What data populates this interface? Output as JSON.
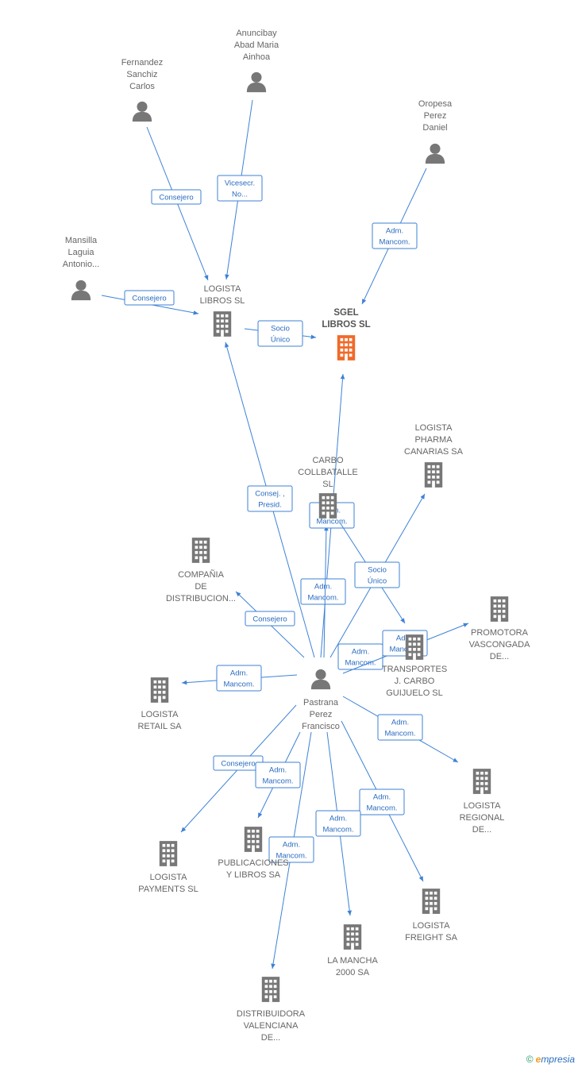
{
  "colors": {
    "edge": "#3d82d6",
    "edge_text": "#2a6cc0",
    "node": "#777777",
    "highlight": "#f06a2a",
    "label": "#666666"
  },
  "nodes": [
    {
      "id": "fernandez",
      "kind": "person",
      "icon": "person-icon",
      "label": [
        "Fernandez",
        "Sanchiz",
        "Carlos"
      ]
    },
    {
      "id": "anuncibay",
      "kind": "person",
      "icon": "person-icon",
      "label": [
        "Anuncibay",
        "Abad Maria",
        "Ainhoa"
      ]
    },
    {
      "id": "oropesa",
      "kind": "person",
      "icon": "person-icon",
      "label": [
        "Oropesa",
        "Perez",
        "Daniel"
      ]
    },
    {
      "id": "mansilla",
      "kind": "person",
      "icon": "person-icon",
      "label": [
        "Mansilla",
        "Laguia",
        "Antonio..."
      ]
    },
    {
      "id": "logista_libros",
      "kind": "company",
      "icon": "building-icon",
      "label": [
        "LOGISTA",
        "LIBROS SL"
      ]
    },
    {
      "id": "sgel",
      "kind": "company",
      "icon": "building-icon",
      "highlight": true,
      "label": [
        "SGEL",
        "LIBROS  SL"
      ]
    },
    {
      "id": "logista_pharma",
      "kind": "company",
      "icon": "building-icon",
      "label": [
        "LOGISTA",
        "PHARMA",
        "CANARIAS SA"
      ]
    },
    {
      "id": "carbo",
      "kind": "company",
      "icon": "building-icon",
      "label": [
        "CARBO",
        "COLLBATALLE",
        "SL"
      ]
    },
    {
      "id": "compania",
      "kind": "company",
      "icon": "building-icon",
      "label": [
        "COMPAÑIA",
        "DE",
        "DISTRIBUCION..."
      ]
    },
    {
      "id": "promotora",
      "kind": "company",
      "icon": "building-icon",
      "label": [
        "PROMOTORA",
        "VASCONGADA",
        "DE..."
      ]
    },
    {
      "id": "transportes",
      "kind": "company",
      "icon": "building-icon",
      "label": [
        "TRANSPORTES",
        "J.  CARBO",
        "GUIJUELO  SL"
      ]
    },
    {
      "id": "pastrana",
      "kind": "person",
      "icon": "person-icon",
      "label": [
        "Pastrana",
        "Perez",
        "Francisco"
      ]
    },
    {
      "id": "logista_retail",
      "kind": "company",
      "icon": "building-icon",
      "label": [
        "LOGISTA",
        "RETAIL SA"
      ]
    },
    {
      "id": "logista_regional",
      "kind": "company",
      "icon": "building-icon",
      "label": [
        "LOGISTA",
        "REGIONAL",
        "DE..."
      ]
    },
    {
      "id": "logista_payments",
      "kind": "company",
      "icon": "building-icon",
      "label": [
        "LOGISTA",
        "PAYMENTS  SL"
      ]
    },
    {
      "id": "publicaciones",
      "kind": "company",
      "icon": "building-icon",
      "label": [
        "PUBLICACIONES",
        "Y LIBROS SA"
      ]
    },
    {
      "id": "logista_freight",
      "kind": "company",
      "icon": "building-icon",
      "label": [
        "LOGISTA",
        "FREIGHT SA"
      ]
    },
    {
      "id": "la_mancha",
      "kind": "company",
      "icon": "building-icon",
      "label": [
        "LA MANCHA",
        "2000 SA"
      ]
    },
    {
      "id": "distribuidora",
      "kind": "company",
      "icon": "building-icon",
      "label": [
        "DISTRIBUIDORA",
        "VALENCIANA",
        "DE..."
      ]
    }
  ],
  "edges": [
    {
      "from": "fernandez",
      "to": "logista_libros",
      "label": [
        "Consejero"
      ]
    },
    {
      "from": "anuncibay",
      "to": "logista_libros",
      "label": [
        "Vicesecr.",
        "No..."
      ]
    },
    {
      "from": "mansilla",
      "to": "logista_libros",
      "label": [
        "Consejero"
      ]
    },
    {
      "from": "oropesa",
      "to": "sgel",
      "label": [
        "Adm.",
        "Mancom."
      ]
    },
    {
      "from": "logista_libros",
      "to": "sgel",
      "label": [
        "Socio",
        "Único"
      ]
    },
    {
      "from": "pastrana",
      "to": "logista_libros",
      "label": [
        "Consej. ,",
        "Presid."
      ]
    },
    {
      "from": "pastrana",
      "to": "sgel",
      "label": [
        "Adm.",
        "Mancom."
      ]
    },
    {
      "from": "pastrana",
      "to": "carbo",
      "label": [
        "Adm.",
        "Mancom."
      ]
    },
    {
      "from": "pastrana",
      "to": "logista_pharma",
      "label": [
        "Adm.",
        "Mancom."
      ]
    },
    {
      "from": "carbo",
      "to": "transportes",
      "label": [
        "Socio",
        "Único"
      ]
    },
    {
      "from": "pastrana",
      "to": "compania",
      "label": [
        "Consejero"
      ]
    },
    {
      "from": "pastrana",
      "to": "promotora",
      "label": [
        "Adm.",
        "Mancom."
      ]
    },
    {
      "from": "pastrana",
      "to": "logista_retail",
      "label": [
        "Adm.",
        "Mancom."
      ]
    },
    {
      "from": "pastrana",
      "to": "logista_regional",
      "label": [
        "Adm.",
        "Mancom."
      ]
    },
    {
      "from": "pastrana",
      "to": "logista_payments",
      "label": [
        "Consejero"
      ]
    },
    {
      "from": "pastrana",
      "to": "publicaciones",
      "label": [
        "Adm.",
        "Mancom."
      ]
    },
    {
      "from": "pastrana",
      "to": "logista_freight",
      "label": [
        "Adm.",
        "Mancom."
      ]
    },
    {
      "from": "pastrana",
      "to": "la_mancha",
      "label": [
        "Adm.",
        "Mancom."
      ]
    },
    {
      "from": "pastrana",
      "to": "distribuidora",
      "label": [
        "Adm.",
        "Mancom."
      ]
    }
  ],
  "footer": {
    "copyright": "©",
    "brand_e": "e",
    "brand_rest": "mpresia"
  }
}
